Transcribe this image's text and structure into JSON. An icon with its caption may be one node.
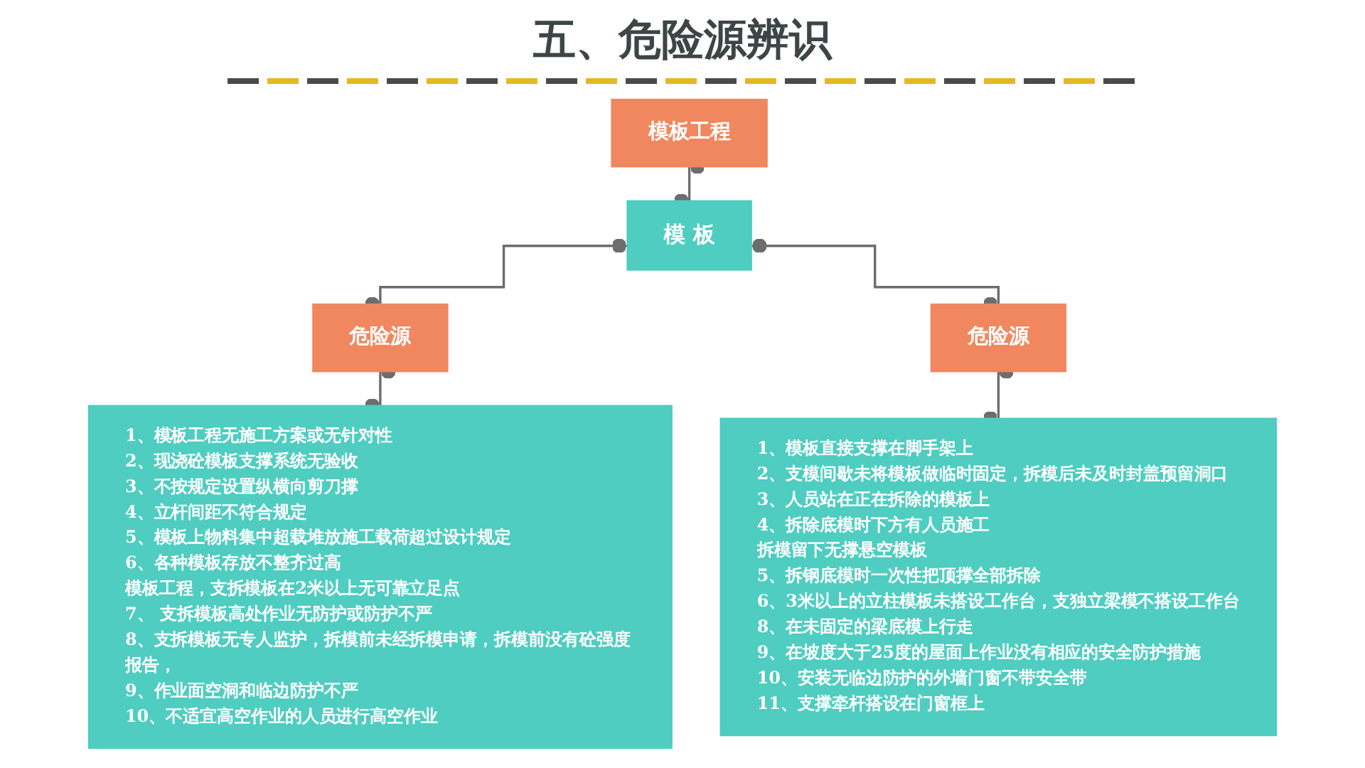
{
  "diagram": {
    "title": "五、危险源辨识",
    "nodes": [
      {
        "text": [
          "模板工程"
        ]
      },
      {
        "text": [
          "模 板"
        ]
      },
      {
        "text": [
          "危险源"
        ]
      },
      {
        "text": [
          "危险源"
        ]
      },
      {
        "text": [
          "1、模板工程无施工方案或无针对性",
          "2、现浇砼模板支撑系统无验收",
          "3、不按规定设置纵横向剪刀撑",
          "4、立杆间距不符合规定",
          "5、模板上物料集中超载堆放施工载荷超过设计规定",
          "6、各种模板存放不整齐过高",
          "模板工程，支拆模板在2米以上无可靠立足点",
          "7、 支拆模板高处作业无防护或防护不严",
          "8、支拆模板无专人监护，拆模前未经拆模申请，拆模前没有砼强度报告，",
          "9、作业面空洞和临边防护不严",
          "10、不适宜高空作业的人员进行高空作业"
        ]
      },
      {
        "text": [
          "1、模板直接支撑在脚手架上",
          "2、支模间歇未将模板做临时固定，拆模后未及时封盖预留洞口",
          "3、人员站在正在拆除的模板上",
          "4、拆除底模时下方有人员施工",
          "拆模留下无撑悬空模板",
          "5、拆钢底模时一次性把顶撑全部拆除",
          "6、3米以上的立柱模板未搭设工作台，支独立梁模不搭设工作台",
          "8、在未固定的梁底模上行走",
          "9、在坡度大于25度的屋面上作业没有相应的安全防护措施",
          "10、安装无临边防护的外墙门窗不带安全带",
          "11、支撑牵杆搭设在门窗框上"
        ]
      }
    ],
    "edges": [
      {
        "from": 0,
        "to": 1,
        "arrow": "other"
      },
      {
        "from": 1,
        "to": 2,
        "arrow": "other"
      },
      {
        "from": 1,
        "to": 3,
        "arrow": "other"
      },
      {
        "from": 2,
        "to": 4,
        "arrow": "other"
      },
      {
        "from": 3,
        "to": 5,
        "arrow": "other"
      }
    ]
  }
}
